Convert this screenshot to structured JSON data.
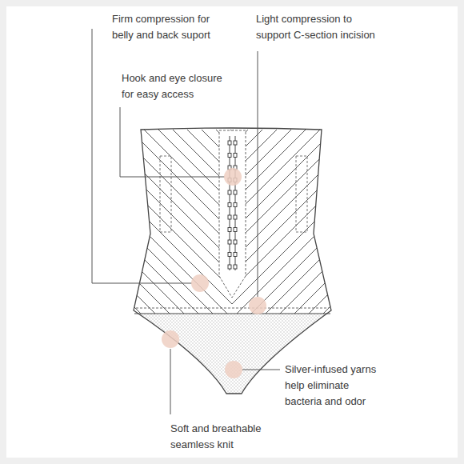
{
  "diagram": {
    "labels": [
      "Firm compression for belly and back suport",
      "Light compression to support C-section incision",
      "Hook and eye closure for easy access",
      "Silver-infused yarns help eliminate bacteria and odor",
      "Soft and breathable seamless knit"
    ]
  }
}
